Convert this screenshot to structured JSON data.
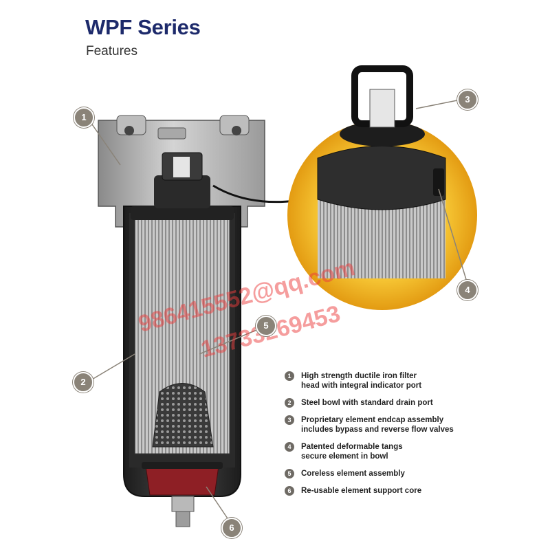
{
  "header": {
    "title": "WPF Series",
    "subtitle": "Features"
  },
  "callouts": [
    "1",
    "2",
    "3",
    "4",
    "5",
    "6"
  ],
  "legend": [
    {
      "num": "1",
      "text": "High strength ductile iron filter\nhead with integral indicator port"
    },
    {
      "num": "2",
      "text": "Steel bowl with standard drain port"
    },
    {
      "num": "3",
      "text": "Proprietary element endcap assembly\nincludes bypass and reverse flow valves"
    },
    {
      "num": "4",
      "text": "Patented deformable tangs\nsecure element in bowl"
    },
    {
      "num": "5",
      "text": "Coreless element assembly"
    },
    {
      "num": "6",
      "text": "Re-usable element support core"
    }
  ],
  "watermark": {
    "line1": "986415552@qq.com",
    "line2": "13733269453"
  },
  "colors": {
    "title": "#1d2a6b",
    "callout": "#8a8378",
    "zoom_glow": "#f2b41c",
    "valve_red": "#8e1f25"
  }
}
